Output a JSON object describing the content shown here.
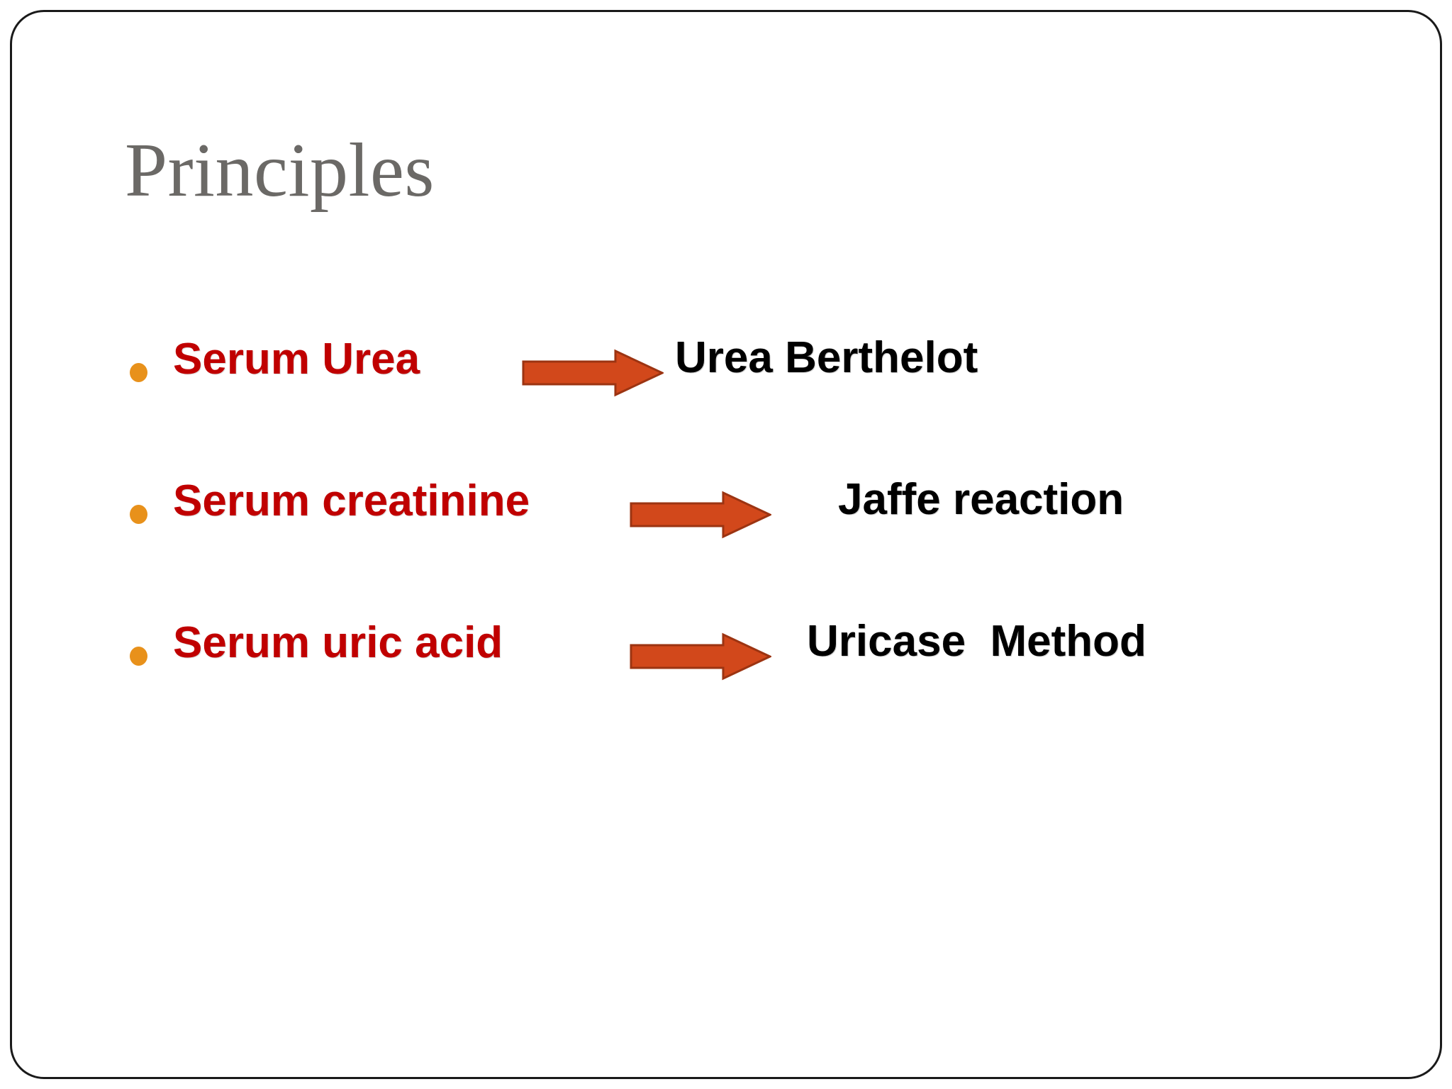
{
  "slide": {
    "title": "Principles",
    "title_color": "#6b6966",
    "background_color": "#ffffff",
    "border_color": "#1a1a1a"
  },
  "palette": {
    "analyte_red": "#C00000",
    "bullet_orange": "#E8911B",
    "arrow_fill": "#D2481B",
    "arrow_outline": "#9C3412",
    "method_black": "#000000"
  },
  "bullets": [
    {
      "bullet_icon": "bullet-dot-icon",
      "analyte": "Serum Urea",
      "arrow_icon": "right-arrow-icon",
      "method": "Urea Berthelot"
    },
    {
      "bullet_icon": "bullet-dot-icon",
      "analyte": "Serum creatinine",
      "arrow_icon": "right-arrow-icon",
      "method": "Jaffe reaction"
    },
    {
      "bullet_icon": "bullet-dot-icon",
      "analyte": "Serum uric acid",
      "arrow_icon": "right-arrow-icon",
      "method": "Uricase  Method"
    }
  ]
}
